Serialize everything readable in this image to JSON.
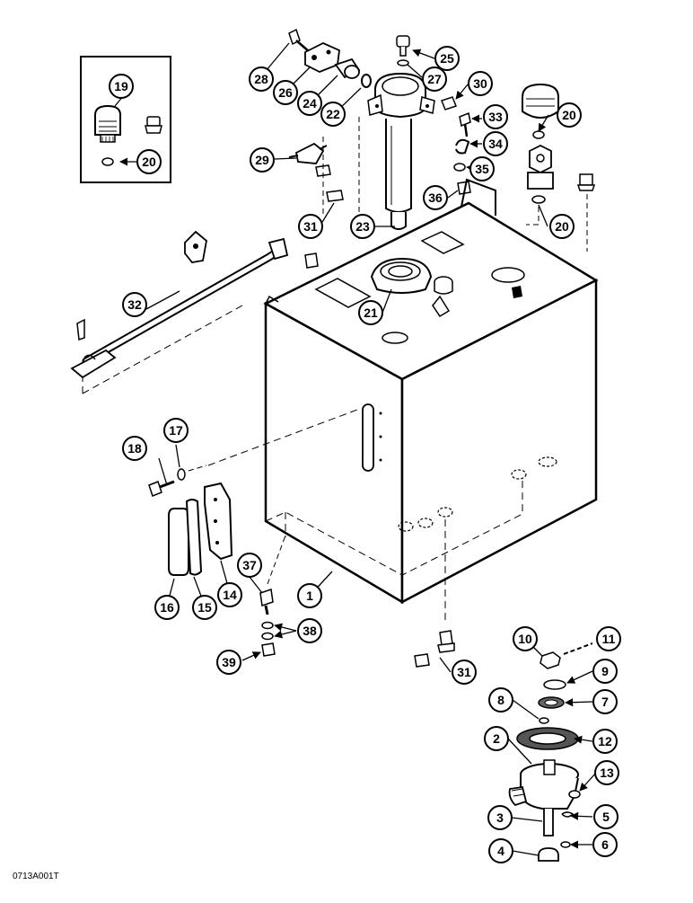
{
  "figure_code": "0713A001T",
  "callouts": [
    {
      "label": "1"
    },
    {
      "label": "2"
    },
    {
      "label": "3"
    },
    {
      "label": "4"
    },
    {
      "label": "5"
    },
    {
      "label": "6"
    },
    {
      "label": "7"
    },
    {
      "label": "8"
    },
    {
      "label": "9"
    },
    {
      "label": "10"
    },
    {
      "label": "11"
    },
    {
      "label": "12"
    },
    {
      "label": "13"
    },
    {
      "label": "14"
    },
    {
      "label": "15"
    },
    {
      "label": "16"
    },
    {
      "label": "17"
    },
    {
      "label": "18"
    },
    {
      "label": "19"
    },
    {
      "label": "20"
    },
    {
      "label": "20"
    },
    {
      "label": "20"
    },
    {
      "label": "21"
    },
    {
      "label": "22"
    },
    {
      "label": "23"
    },
    {
      "label": "24"
    },
    {
      "label": "25"
    },
    {
      "label": "26"
    },
    {
      "label": "27"
    },
    {
      "label": "28"
    },
    {
      "label": "29"
    },
    {
      "label": "30"
    },
    {
      "label": "31"
    },
    {
      "label": "31"
    },
    {
      "label": "32"
    },
    {
      "label": "33"
    },
    {
      "label": "34"
    },
    {
      "label": "35"
    },
    {
      "label": "36"
    },
    {
      "label": "37"
    },
    {
      "label": "38"
    },
    {
      "label": "39"
    }
  ]
}
